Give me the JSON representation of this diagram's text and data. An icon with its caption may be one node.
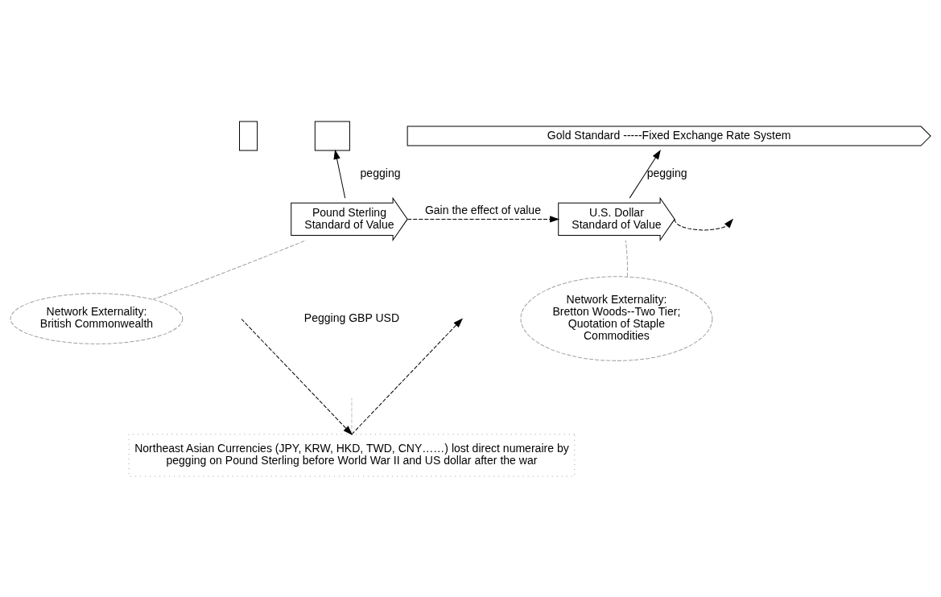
{
  "diagram": {
    "nodes": [
      {
        "text": [],
        "shape": "box"
      },
      {
        "text": [],
        "shape": "box"
      },
      {
        "text": [
          "Gold Standard -----Fixed Exchange Rate System"
        ]
      },
      {
        "text": [
          "Pound Sterling",
          "Standard of Value"
        ]
      },
      {
        "text": [
          "U.S. Dollar",
          "Standard of Value"
        ]
      },
      {
        "text": [
          "Network Externality: British Commonwealth"
        ]
      },
      {
        "text": [
          "Network Externality: Bretton Woods--Two Tier; Quotation of Staple Commodities"
        ]
      },
      {
        "text": [
          "Northeast Asian Currencies (JPY, KRW, HKD, TWD, CNY……) lost direct numeraire by pegging on Pound Sterling before World War II and US dollar after the war"
        ]
      }
    ],
    "edges": [
      {
        "from": 3,
        "to": 1,
        "arrow": "to",
        "label": "pegging"
      },
      {
        "from": 4,
        "to": 2,
        "arrow": "to",
        "label": "pegging"
      },
      {
        "from": 3,
        "to": 4,
        "arrow": "to",
        "style": "dashed",
        "label": "Gain the effect of value"
      },
      {
        "from": 4,
        "to": null,
        "arrow": "to",
        "style": "dashed"
      },
      {
        "from": 5,
        "to": 3,
        "arrow": "none",
        "style": "dashed",
        "color": "#a0a0a0"
      },
      {
        "from": 6,
        "to": 4,
        "arrow": "none",
        "style": "dashed",
        "color": "#a0a0a0"
      },
      {
        "from": null,
        "to": 7,
        "arrow": "to",
        "style": "dashed"
      },
      {
        "from": 7,
        "to": null,
        "arrow": "to",
        "style": "dashed"
      },
      {
        "from": 7,
        "to": null,
        "arrow": "none",
        "style": "dashed",
        "color": "#c0c0c0"
      }
    ],
    "labels": [
      "Pegging GBP USD"
    ]
  }
}
